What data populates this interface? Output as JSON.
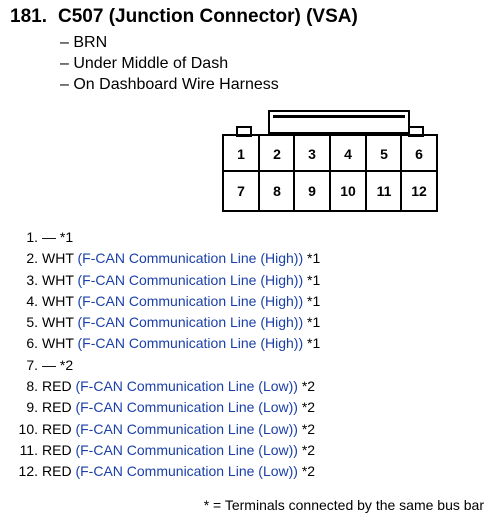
{
  "header": {
    "number": "181.",
    "title": "C507 (Junction Connector) (VSA)"
  },
  "details": [
    "– BRN",
    "– Under Middle of Dash",
    "– On Dashboard Wire Harness"
  ],
  "connector": {
    "top_row": [
      "1",
      "2",
      "3",
      "4",
      "5",
      "6"
    ],
    "bottom_row": [
      "7",
      "8",
      "9",
      "10",
      "11",
      "12"
    ]
  },
  "pins": [
    {
      "num": "1.",
      "color": "—",
      "desc": "",
      "note": "*1"
    },
    {
      "num": "2.",
      "color": "WHT",
      "desc": "(F-CAN Communication Line (High))",
      "note": "*1"
    },
    {
      "num": "3.",
      "color": "WHT",
      "desc": "(F-CAN Communication Line (High))",
      "note": "*1"
    },
    {
      "num": "4.",
      "color": "WHT",
      "desc": "(F-CAN Communication Line (High))",
      "note": "*1"
    },
    {
      "num": "5.",
      "color": "WHT",
      "desc": "(F-CAN Communication Line (High))",
      "note": "*1"
    },
    {
      "num": "6.",
      "color": "WHT",
      "desc": "(F-CAN Communication Line (High))",
      "note": "*1"
    },
    {
      "num": "7.",
      "color": "—",
      "desc": "",
      "note": "*2"
    },
    {
      "num": "8.",
      "color": "RED",
      "desc": "(F-CAN Communication Line (Low))",
      "note": "*2"
    },
    {
      "num": "9.",
      "color": "RED",
      "desc": "(F-CAN Communication Line (Low))",
      "note": "*2"
    },
    {
      "num": "10.",
      "color": "RED",
      "desc": "(F-CAN Communication Line (Low))",
      "note": "*2"
    },
    {
      "num": "11.",
      "color": "RED",
      "desc": "(F-CAN Communication Line (Low))",
      "note": "*2"
    },
    {
      "num": "12.",
      "color": "RED",
      "desc": "(F-CAN Communication Line (Low))",
      "note": "*2"
    }
  ],
  "footnote": "* = Terminals connected by the same bus bar",
  "colors": {
    "text": "#000000",
    "description": "#1a3fa8"
  }
}
